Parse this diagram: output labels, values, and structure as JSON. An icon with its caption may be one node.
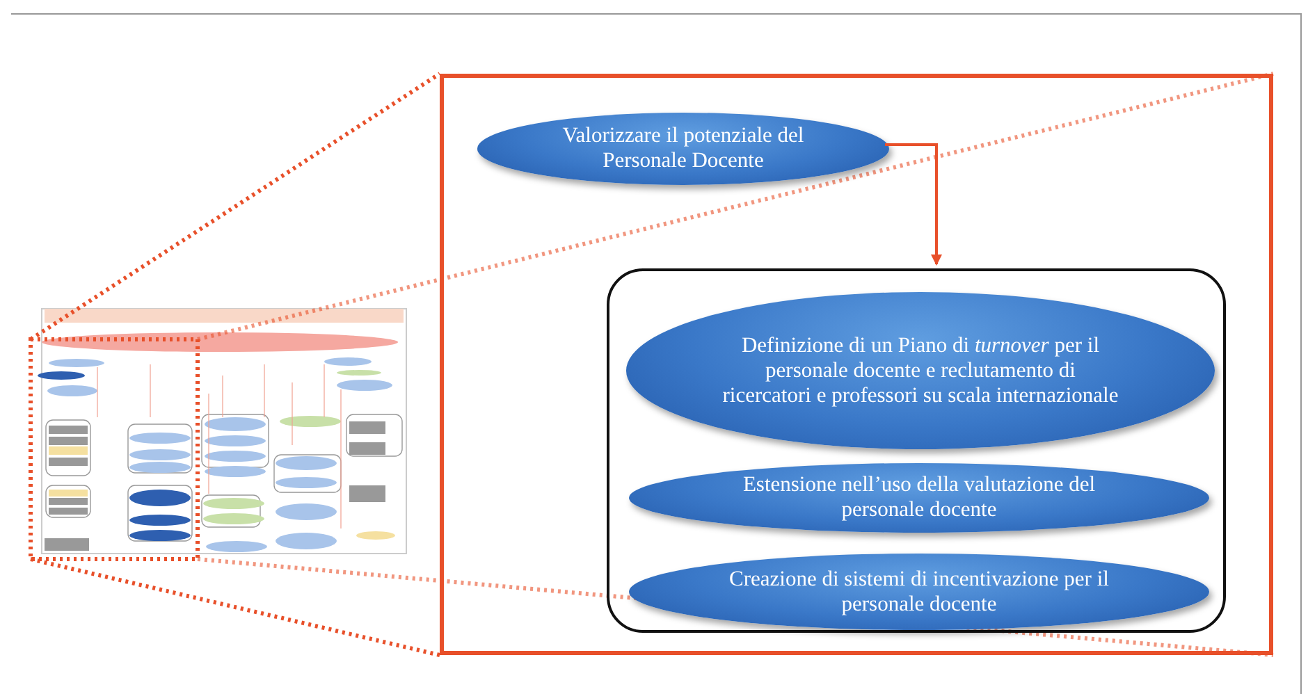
{
  "diagram": {
    "nodes": [
      {
        "text": [],
        "shape": "box"
      },
      {
        "text": [
          "Valorizzare il potenziale del Personale Docente"
        ],
        "in": 0
      },
      {
        "text": [],
        "shape": "box",
        "in": 0
      },
      {
        "text": [
          "Definizione di un Piano di *turnover* per il personale docente e reclutamento di ricercatori e professori su scala internazionale"
        ],
        "in": 2
      },
      {
        "text": [
          "Estensione nell’uso della valutazione del personale docente"
        ],
        "in": 2
      },
      {
        "text": [
          "Creazione di sistemi di incentivazione per il personale docente"
        ],
        "in": 2
      }
    ],
    "edges": [
      {
        "from": 1,
        "to": 2,
        "arrow": "to"
      }
    ]
  }
}
